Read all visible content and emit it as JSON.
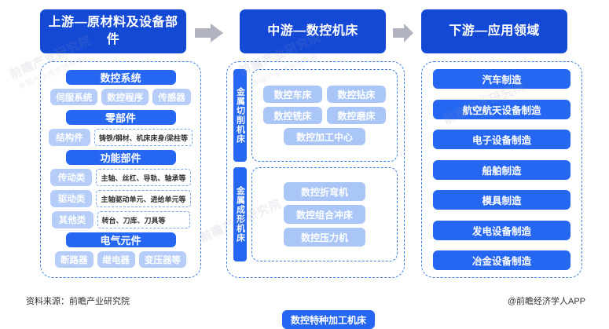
{
  "header": {
    "upstream": "上游—原材料及设备部件",
    "midstream": "中游—数控机床",
    "downstream": "下游—应用领域"
  },
  "upstream": {
    "groups": [
      {
        "title": "数控系统",
        "chips": [
          "伺服系统",
          "数控程序",
          "传感器"
        ]
      },
      {
        "title": "零部件",
        "rows": [
          {
            "key": "结构件",
            "value": "铸铁/钢材、机床床身/梁柱等"
          }
        ]
      },
      {
        "title": "功能部件",
        "rows": [
          {
            "key": "传动类",
            "value": "主轴、丝杠、导轨、轴承等"
          },
          {
            "key": "驱动类",
            "value": "主轴驱动单元、进给单元等"
          },
          {
            "key": "其他类",
            "value": "转台、刀库、刀具等"
          }
        ]
      },
      {
        "title": "电气元件",
        "chips": [
          "断路器",
          "继电器",
          "变压器等"
        ]
      }
    ]
  },
  "midstream": {
    "cutting": {
      "label": "金属切削机床",
      "row1": [
        "数控车床",
        "数控钻床"
      ],
      "row2": [
        "数控铣床",
        "数控磨床"
      ],
      "row3": [
        "数控加工中心"
      ]
    },
    "forming": {
      "label": "金属成形机床",
      "items": [
        "数控折弯机",
        "数控组合冲床",
        "数控压力机"
      ]
    },
    "special": "数控特种加工机床"
  },
  "downstream": {
    "items": [
      "汽车制造",
      "航空航天设备制造",
      "电子设备制造",
      "船舶制造",
      "模具制造",
      "发电设备制造",
      "冶金设备制造"
    ]
  },
  "footer": {
    "source": "资料来源：前瞻产业研究院",
    "credit": "@前瞻经济学人APP"
  },
  "colors": {
    "header_blue": "#1449d6",
    "pill_blue": "#2667f2",
    "pill_light": "#b5cdf8",
    "dash_border": "#3f7fe0",
    "arrow_grey": "#b0b2bf"
  },
  "watermarks": [
    "前瞻产业研究院",
    "中国产业咨询领导者",
    "前瞻产业研究院",
    "中国产业咨询领导者",
    "前瞻产业研究院",
    "前瞻产业研究院"
  ]
}
